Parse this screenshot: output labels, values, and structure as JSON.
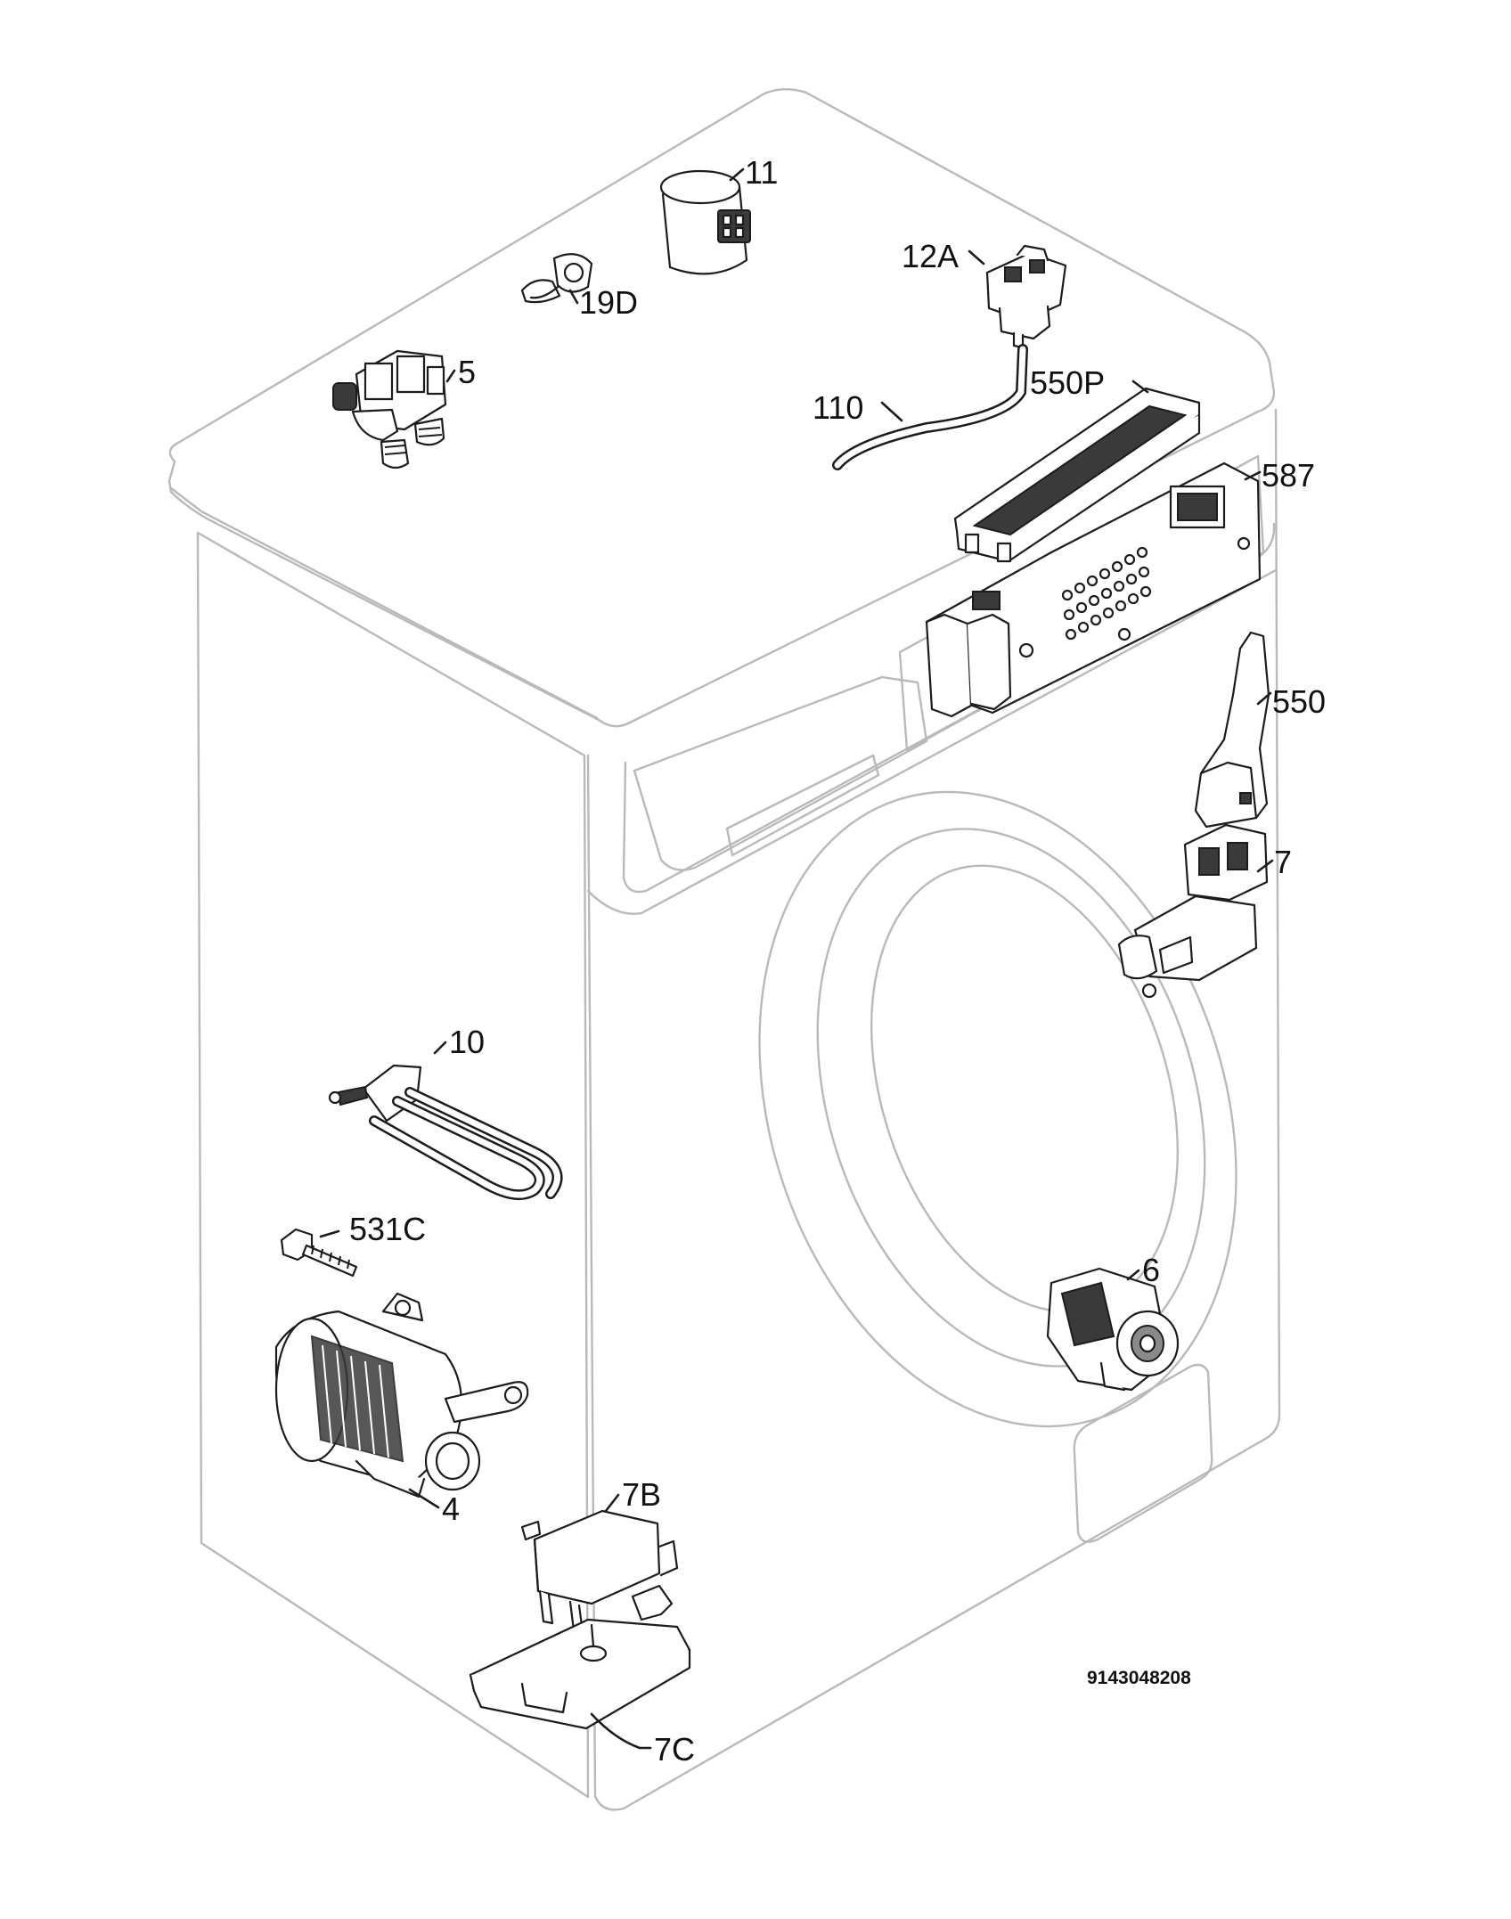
{
  "callouts": {
    "p11": "11",
    "p12A": "12A",
    "p19D": "19D",
    "p5": "5",
    "p110": "110",
    "p550P": "550P",
    "p587": "587",
    "p550": "550",
    "p7": "7",
    "p10": "10",
    "p531C": "531C",
    "p6": "6",
    "p4": "4",
    "p7B": "7B",
    "p7C": "7C"
  },
  "document_number": "9143048208",
  "colors": {
    "line": "#1c1c1c",
    "outline": "#b9b9b9",
    "background": "#ffffff"
  }
}
